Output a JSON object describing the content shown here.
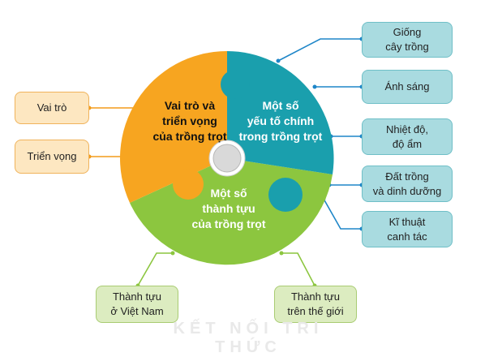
{
  "colors": {
    "orange": "#f7a520",
    "teal": "#1a9fad",
    "green": "#8cc63f",
    "line_orange": "#f39c1a",
    "line_teal": "#1e86c8",
    "line_green": "#8cc63f"
  },
  "center_segments": {
    "roles": "Vai trò và\ntriển vọng\ncủa trồng trọt",
    "factors": "Một số\nyếu tố chính\ntrong trồng trọt",
    "achievements": "Một số\nthành tựu\ncủa trồng trọt"
  },
  "left_boxes": [
    "Vai trò",
    "Triển vọng"
  ],
  "right_boxes": [
    "Giống\ncây trồng",
    "Ánh sáng",
    "Nhiệt độ,\nđộ ẩm",
    "Đất trồng\nvà dinh dưỡng",
    "Kĩ thuật\ncanh tác"
  ],
  "bottom_boxes": [
    "Thành tựu\nở Việt Nam",
    "Thành tựu\ntrên thế giới"
  ],
  "watermark": "KẾT NỐI TRI THỨC"
}
